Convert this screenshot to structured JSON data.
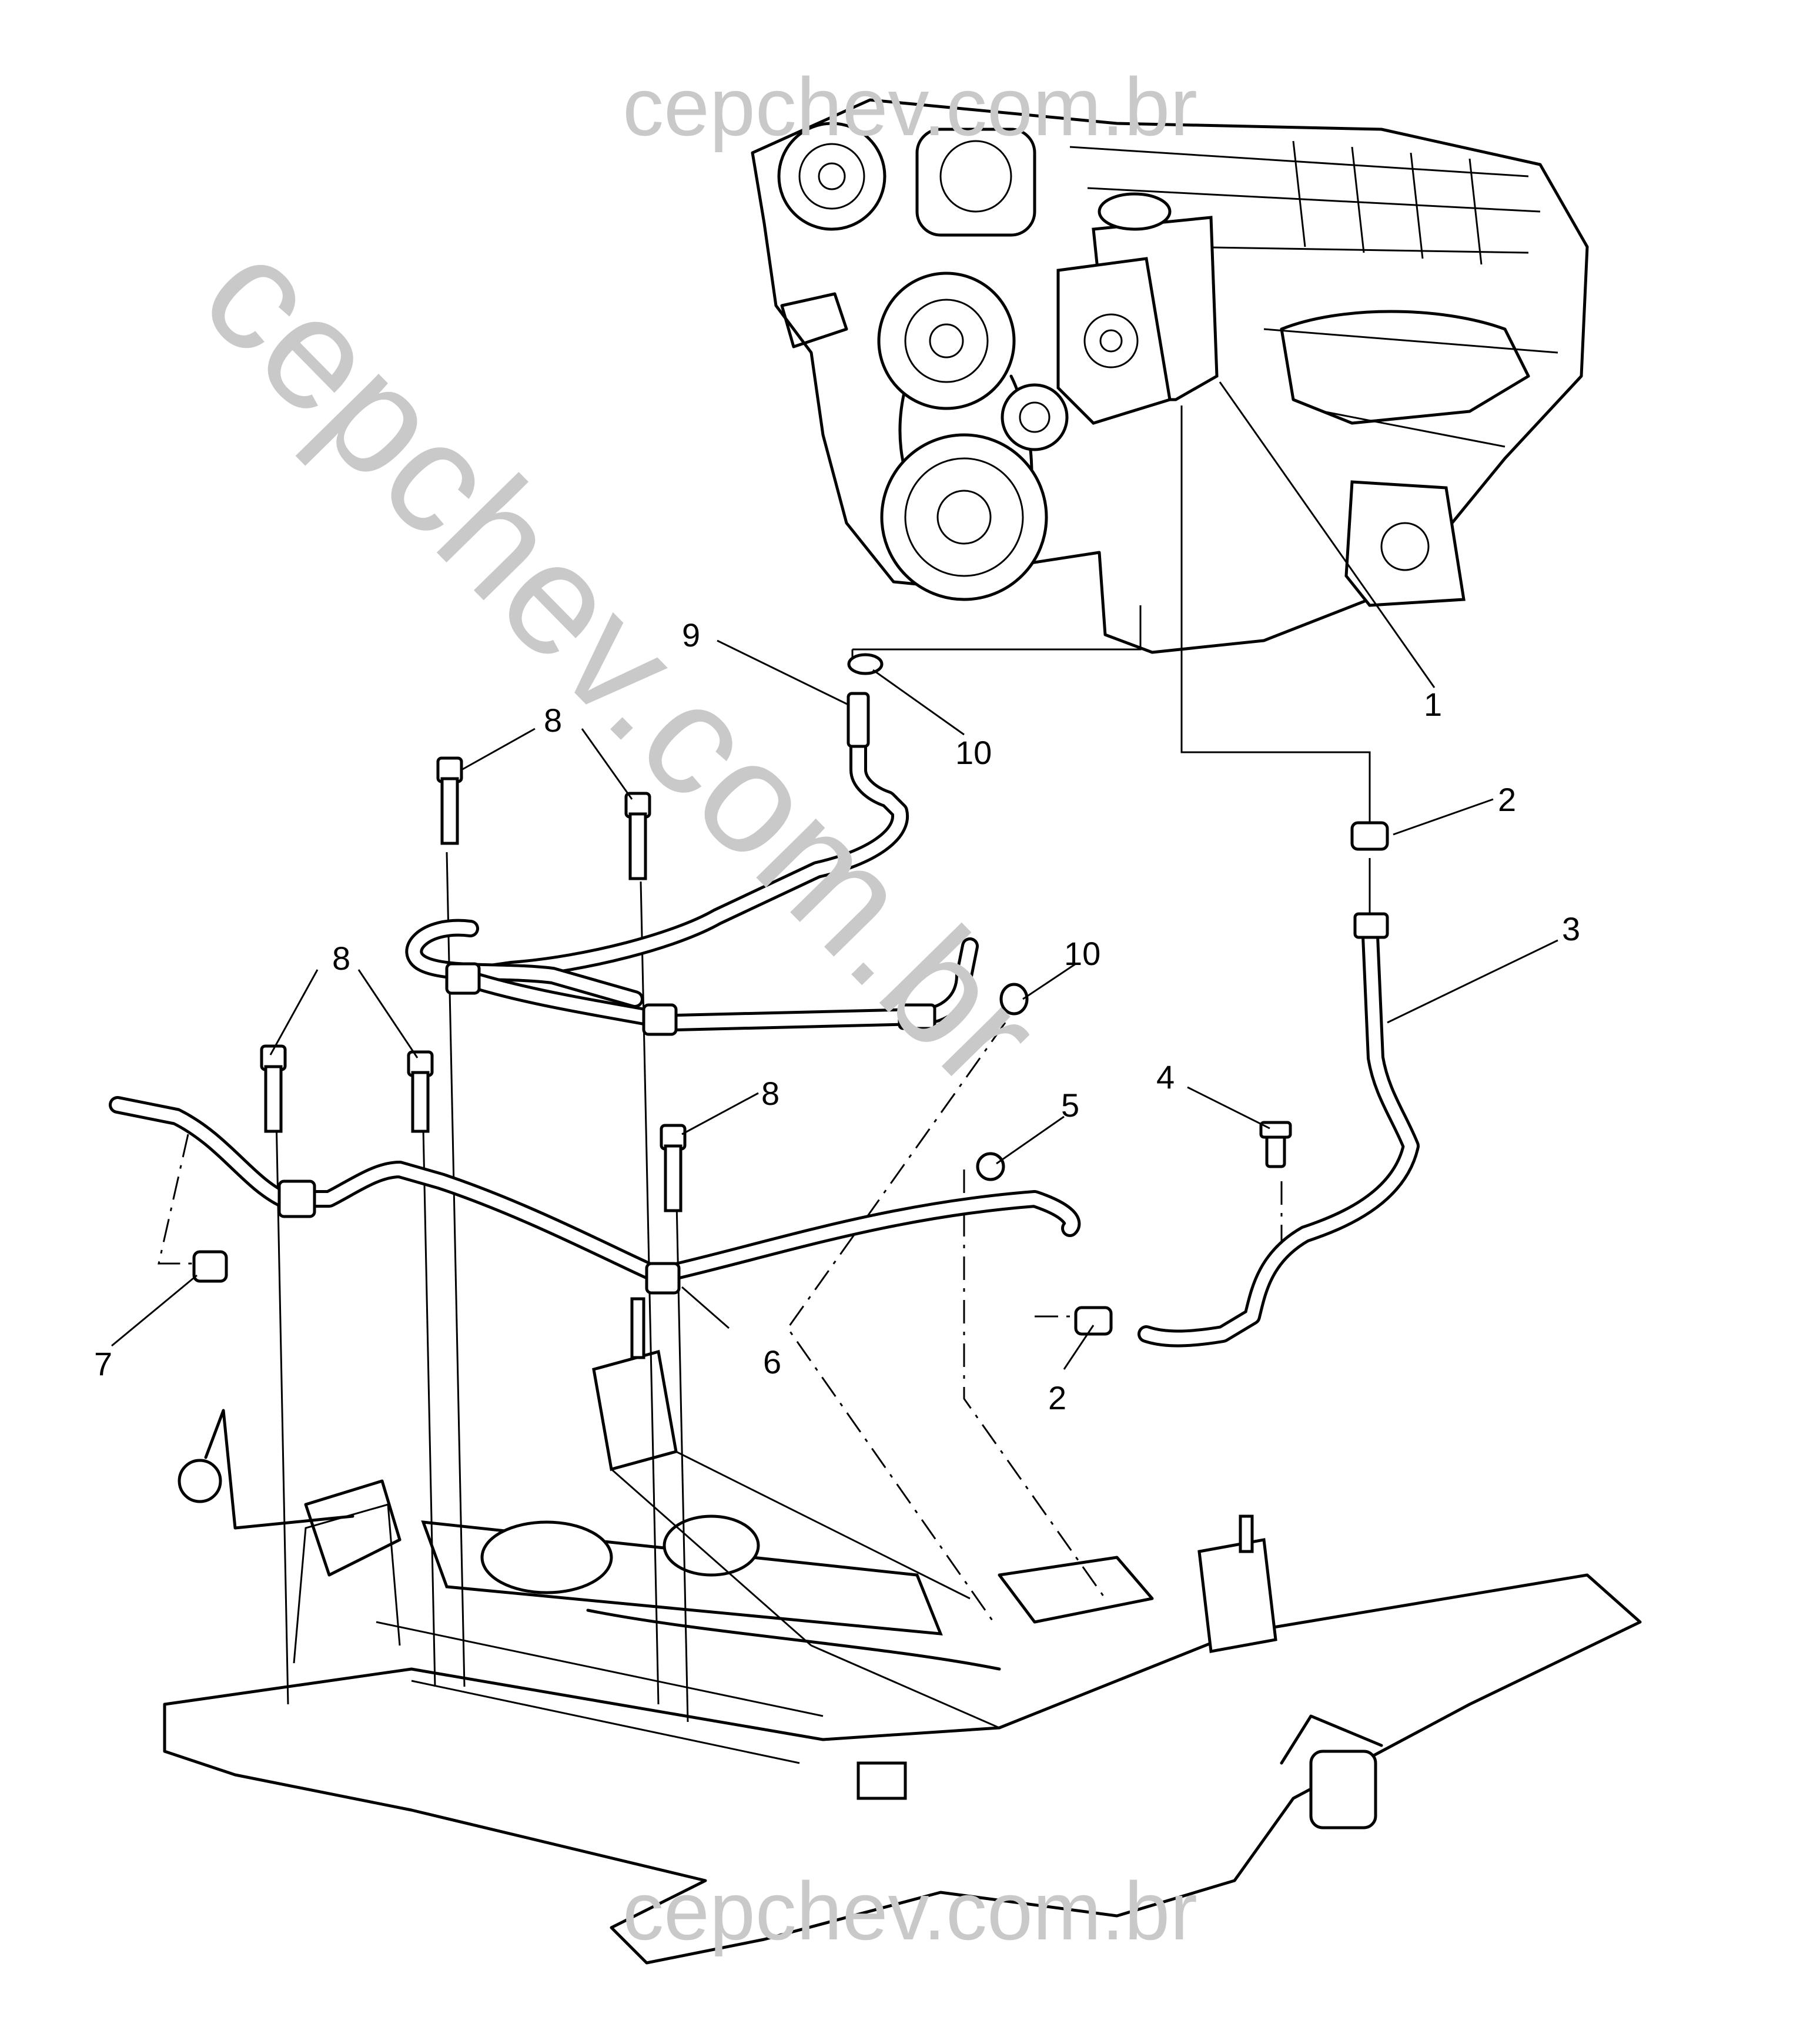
{
  "watermarks": {
    "top": "cepchev.com.br",
    "diagonal": "cepchev.com.br",
    "bottom": "cepchev.com.br"
  },
  "callouts": [
    {
      "id": "c1",
      "text": "1"
    },
    {
      "id": "c2a",
      "text": "2"
    },
    {
      "id": "c2b",
      "text": "2"
    },
    {
      "id": "c3",
      "text": "3"
    },
    {
      "id": "c4",
      "text": "4"
    },
    {
      "id": "c5",
      "text": "5"
    },
    {
      "id": "c6",
      "text": "6"
    },
    {
      "id": "c7",
      "text": "7"
    },
    {
      "id": "c8a",
      "text": "8"
    },
    {
      "id": "c8b",
      "text": "8"
    },
    {
      "id": "c8c",
      "text": "8"
    },
    {
      "id": "c9",
      "text": "9"
    },
    {
      "id": "c10a",
      "text": "10"
    },
    {
      "id": "c10b",
      "text": "10"
    }
  ]
}
